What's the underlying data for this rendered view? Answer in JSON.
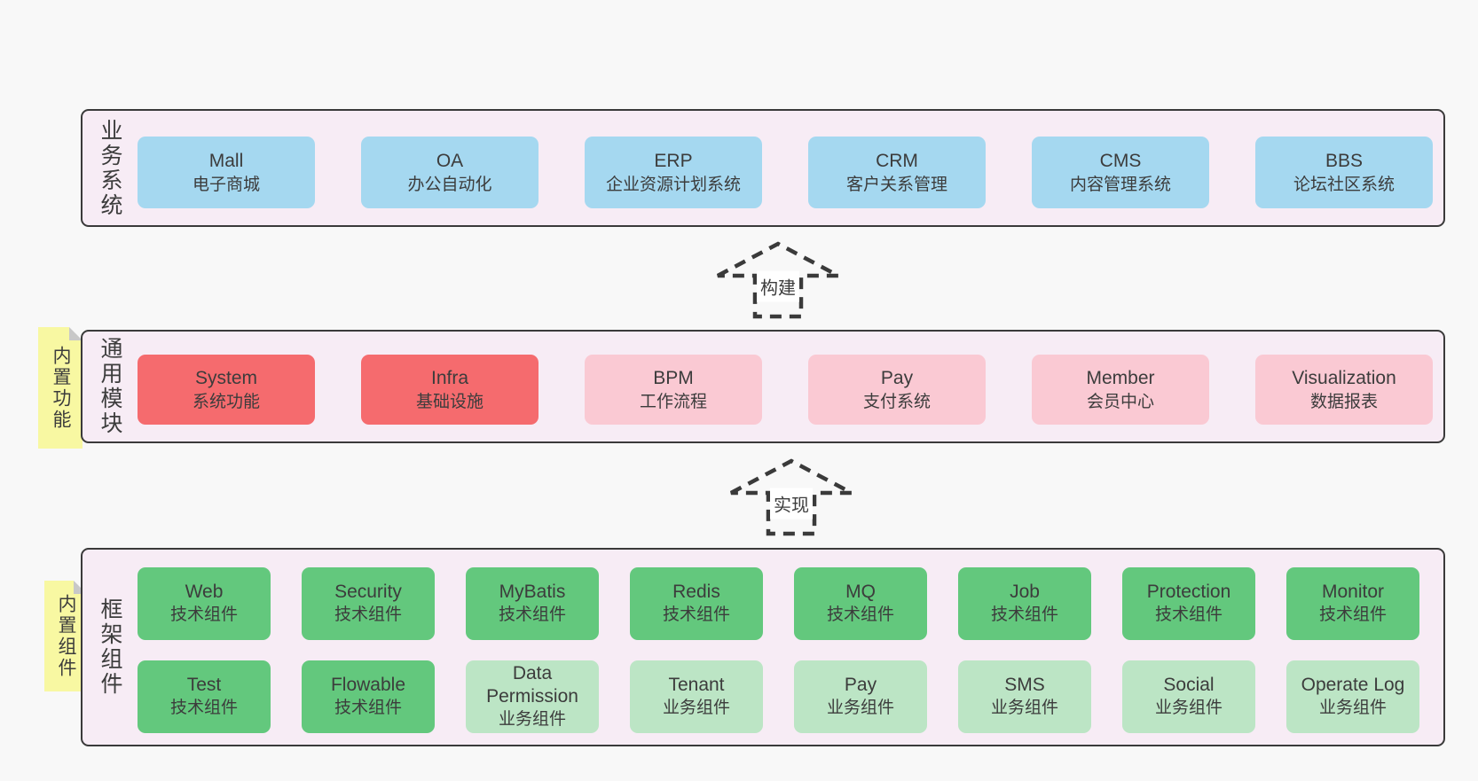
{
  "colors": {
    "page_bg": "#f8f8f8",
    "band_bg": "#f7ecf5",
    "band_border": "#3a3a3a",
    "blue": "#a5d8f0",
    "red": "#f56b6e",
    "pink": "#fac9d3",
    "green": "#63c87d",
    "light_green": "#bce5c5",
    "sticky_yellow": "#f8f8a2",
    "sticky_fold": "#c8c8c8",
    "arrow": "#3a3a3a",
    "arrow_label_bg": "#ffffff",
    "text": "#3c3c3c"
  },
  "arrows": {
    "build": "构建",
    "implement": "实现"
  },
  "bands": {
    "business": {
      "label": "业务系统",
      "boxes": [
        {
          "en": "Mall",
          "zh": "电子商城",
          "variant": "blue"
        },
        {
          "en": "OA",
          "zh": "办公自动化",
          "variant": "blue"
        },
        {
          "en": "ERP",
          "zh": "企业资源计划系统",
          "variant": "blue"
        },
        {
          "en": "CRM",
          "zh": "客户关系管理",
          "variant": "blue"
        },
        {
          "en": "CMS",
          "zh": "内容管理系统",
          "variant": "blue"
        },
        {
          "en": "BBS",
          "zh": "论坛社区系统",
          "variant": "blue"
        }
      ]
    },
    "modules": {
      "label": "通用模块",
      "sticky": "内置功能",
      "boxes": [
        {
          "en": "System",
          "zh": "系统功能",
          "variant": "red"
        },
        {
          "en": "Infra",
          "zh": "基础设施",
          "variant": "red"
        },
        {
          "en": "BPM",
          "zh": "工作流程",
          "variant": "pink"
        },
        {
          "en": "Pay",
          "zh": "支付系统",
          "variant": "pink"
        },
        {
          "en": "Member",
          "zh": "会员中心",
          "variant": "pink"
        },
        {
          "en": "Visualization",
          "zh": "数据报表",
          "variant": "pink"
        }
      ]
    },
    "framework": {
      "label": "框架组件",
      "sticky": "内置组件",
      "row1": [
        {
          "en": "Web",
          "zh": "技术组件",
          "variant": "green"
        },
        {
          "en": "Security",
          "zh": "技术组件",
          "variant": "green"
        },
        {
          "en": "MyBatis",
          "zh": "技术组件",
          "variant": "green"
        },
        {
          "en": "Redis",
          "zh": "技术组件",
          "variant": "green"
        },
        {
          "en": "MQ",
          "zh": "技术组件",
          "variant": "green"
        },
        {
          "en": "Job",
          "zh": "技术组件",
          "variant": "green"
        },
        {
          "en": "Protection",
          "zh": "技术组件",
          "variant": "green"
        },
        {
          "en": "Monitor",
          "zh": "技术组件",
          "variant": "green"
        }
      ],
      "row2": [
        {
          "en": "Test",
          "zh": "技术组件",
          "variant": "green"
        },
        {
          "en": "Flowable",
          "zh": "技术组件",
          "variant": "green"
        },
        {
          "en": "Data Permission",
          "zh": "业务组件",
          "variant": "light-green"
        },
        {
          "en": "Tenant",
          "zh": "业务组件",
          "variant": "light-green"
        },
        {
          "en": "Pay",
          "zh": "业务组件",
          "variant": "light-green"
        },
        {
          "en": "SMS",
          "zh": "业务组件",
          "variant": "light-green"
        },
        {
          "en": "Social",
          "zh": "业务组件",
          "variant": "light-green"
        },
        {
          "en": "Operate Log",
          "zh": "业务组件",
          "variant": "light-green"
        }
      ]
    }
  }
}
